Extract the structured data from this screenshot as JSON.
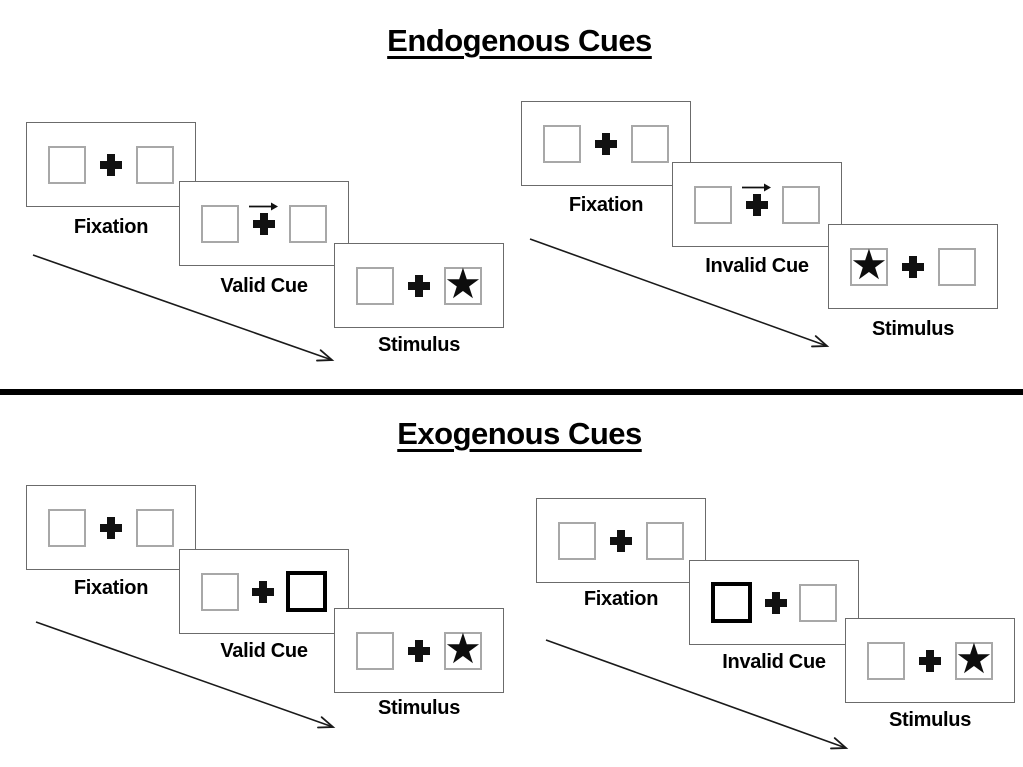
{
  "figure": {
    "background": "#ffffff",
    "divider_color": "#000000"
  },
  "colors": {
    "panel_border": "#6b6b6b",
    "placeholder_box_border": "#a8a8a8",
    "cue_box_border": "#000000",
    "ink": "#111111"
  },
  "glyphs": {
    "star": "★"
  },
  "sections": [
    {
      "title": "Endogenous Cues",
      "cue_style": "central-arrow-right",
      "sequences": [
        {
          "name": "valid",
          "stimulus_side": "right",
          "panels": [
            {
              "label": "Fixation"
            },
            {
              "label": "Valid Cue"
            },
            {
              "label": "Stimulus"
            }
          ]
        },
        {
          "name": "invalid",
          "stimulus_side": "left",
          "panels": [
            {
              "label": "Fixation"
            },
            {
              "label": "Invalid Cue"
            },
            {
              "label": "Stimulus"
            }
          ]
        }
      ]
    },
    {
      "title": "Exogenous Cues",
      "cue_style": "peripheral-box-highlight",
      "sequences": [
        {
          "name": "valid",
          "cued_side": "right",
          "stimulus_side": "right",
          "panels": [
            {
              "label": "Fixation"
            },
            {
              "label": "Valid Cue"
            },
            {
              "label": "Stimulus"
            }
          ]
        },
        {
          "name": "invalid",
          "cued_side": "left",
          "stimulus_side": "right",
          "panels": [
            {
              "label": "Fixation"
            },
            {
              "label": "Invalid Cue"
            },
            {
              "label": "Stimulus"
            }
          ]
        }
      ]
    }
  ]
}
